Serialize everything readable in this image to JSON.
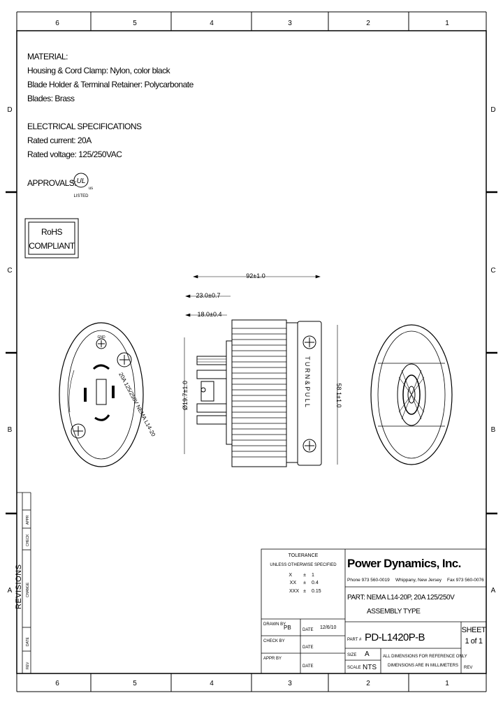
{
  "border": {
    "top_numbers": [
      "6",
      "5",
      "4",
      "3",
      "2",
      "1"
    ],
    "bottom_numbers": [
      "6",
      "5",
      "4",
      "3",
      "2",
      "1"
    ],
    "side_letters": [
      "D",
      "C",
      "B",
      "A"
    ]
  },
  "material": {
    "heading": "MATERIAL:",
    "lines": [
      "Housing & Cord Clamp: Nylon, color black",
      "Blade Holder & Terminal Retainer: Polycarbonate",
      "Blades: Brass"
    ]
  },
  "electrical": {
    "heading": "ELECTRICAL SPECIFICATIONS",
    "lines": [
      "Rated current: 20A",
      "Rated voltage: 125/250VAC"
    ]
  },
  "approvals": {
    "label": "APPROVALS:",
    "logo_text": "UL",
    "logo_sub": "us",
    "logo_listed": "LISTED"
  },
  "rohs": {
    "line1": "RoHS",
    "line2": "COMPLIANT"
  },
  "dimensions": {
    "overall": "92±1.0",
    "d1": "23.0±0.7",
    "d2": "18.0±0.4",
    "dia_small": "Ø19.7±1.0",
    "dia_large": "58.1±1.0"
  },
  "face_labels": {
    "arc": "20A 125/250V NEMA L14-20",
    "gnd": "GND"
  },
  "side_text": "T U R N   &   P U L L",
  "revisions": {
    "title": "REVISIONS",
    "cols": [
      "REV",
      "DATE",
      "CHANGE",
      "CHECK",
      "APPR"
    ]
  },
  "tolerance": {
    "title": "TOLERANCE",
    "subtitle": "UNLESS OTHERWISE SPECIFIED",
    "rows": [
      {
        "k": "X",
        "pm": "±",
        "v": "1"
      },
      {
        "k": "XX",
        "pm": "±",
        "v": "0.4"
      },
      {
        "k": "XXX",
        "pm": "±",
        "v": "0.15"
      }
    ]
  },
  "company": {
    "name": "Power Dynamics, Inc.",
    "phone": "Phone 973 560-0019",
    "city": "Whippany, New Jersey",
    "fax": "Fax 973 560-0076"
  },
  "part": {
    "line1": "PART: NEMA L14-20P, 20A 125/250V",
    "line2": "ASSEMBLY TYPE"
  },
  "signoff": {
    "drawn_label": "DRAWN BY",
    "drawn_by": "PB",
    "drawn_date_label": "DATE",
    "drawn_date": "12/6/10",
    "check_label": "CHECK BY",
    "check_date_label": "DATE",
    "appr_label": "APPR BY",
    "appr_date_label": "DATE"
  },
  "title_block": {
    "part_no_label": "PART #",
    "part_no": "PD-L1420P-B",
    "size_label": "SIZE",
    "size": "A",
    "scale_label": "SCALE",
    "scale": "NTS",
    "note_line1": "ALL DIMENSIONS FOR REFERENCE ONLY",
    "note_line2": "DIMENSIONS ARE IN MILLIMETERS",
    "rev_label": "REV",
    "sheet_label": "SHEET",
    "sheet": "1 of 1"
  }
}
